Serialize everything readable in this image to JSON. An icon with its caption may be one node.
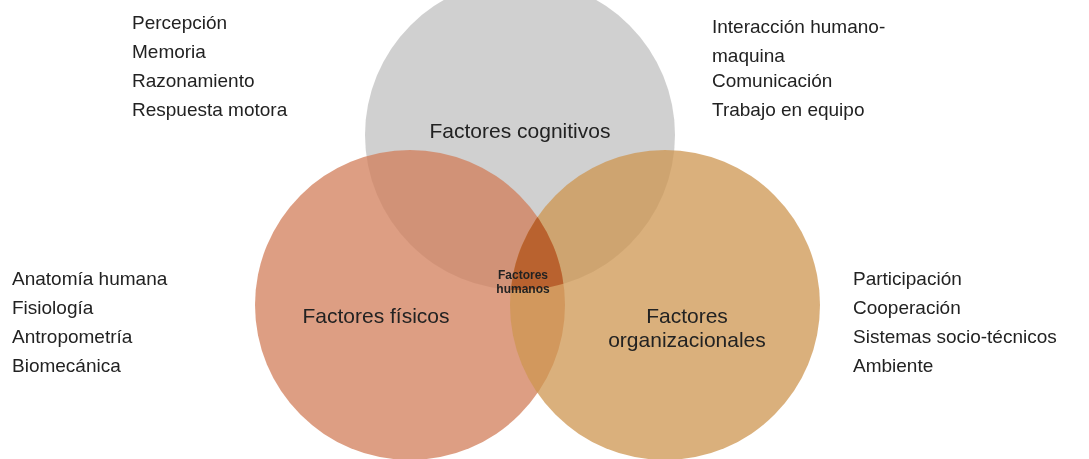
{
  "diagram": {
    "nodes": [
      {
        "text": [
          "Factores cognitivos"
        ]
      },
      {
        "text": [
          "Factores físicos"
        ]
      },
      {
        "text": [
          "Factores organizacionales"
        ]
      },
      {
        "text": [
          "Factores humanos"
        ]
      }
    ],
    "edges": [],
    "labels": [
      "Percepción",
      "Memoria",
      "Razonamiento",
      "Respuesta motora",
      "Interacción humano-maquina",
      "Comunicación",
      "Trabajo en equipo",
      "Anatomía humana",
      "Fisiología",
      "Antropometría",
      "Biomecánica",
      "Participación",
      "Cooperación",
      "Sistemas socio-técnicos",
      "Ambiente"
    ]
  }
}
